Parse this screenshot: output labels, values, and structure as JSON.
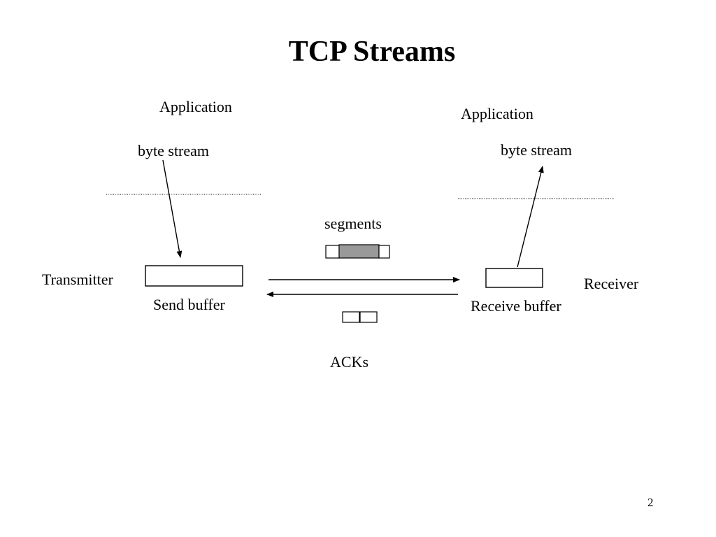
{
  "slide": {
    "title": "TCP Streams",
    "page_number": "2"
  },
  "diagram": {
    "sender": {
      "application_label": "Application",
      "stream_label": "byte stream",
      "role_label": "Transmitter",
      "buffer_label": "Send buffer"
    },
    "receiver": {
      "application_label": "Application",
      "stream_label": "byte stream",
      "role_label": "Receiver",
      "buffer_label": "Receive buffer"
    },
    "segments_label": "segments",
    "acks_label": "ACKs"
  },
  "colors": {
    "segment_fill": "#999999",
    "stroke": "#000000",
    "background": "#ffffff"
  }
}
